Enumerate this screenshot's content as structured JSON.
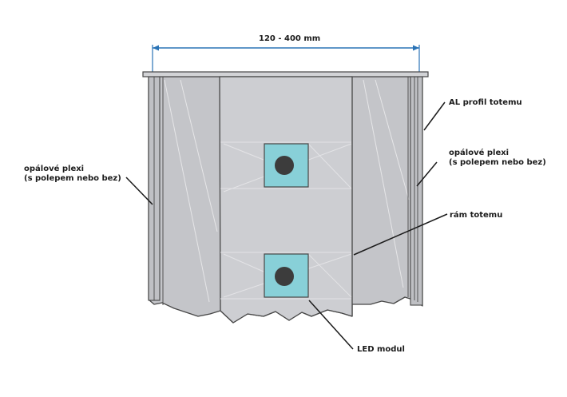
{
  "dimension_label": "120 - 400 mm",
  "labels": {
    "al_profile": "AL profil totemu",
    "plexi_left_line1": "opálové plexi",
    "plexi_left_line2": "(s polepem nebo bez)",
    "plexi_right_line1": "opálové plexi",
    "plexi_right_line2": "(s polepem nebo bez)",
    "frame": "rám totemu",
    "led": "LED modul"
  },
  "colors": {
    "dimension_line": "#2a73b6",
    "frame_fill": "#c4c5c9",
    "panel_fill": "#cdced2",
    "outline": "#474747",
    "led_square": "#88d0d8",
    "led_dot": "#3c3c3c",
    "leader": "#1b1b1b"
  }
}
